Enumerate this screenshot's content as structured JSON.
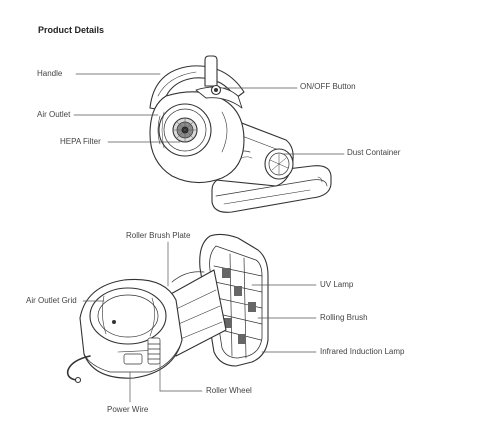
{
  "title": "Product Details",
  "top_labels": {
    "handle": "Handle",
    "air_outlet": "Air Outlet",
    "hepa_filter": "HEPA Filter",
    "on_off_button": "ON/OFF Button",
    "dust_container": "Dust Container"
  },
  "bottom_labels": {
    "roller_brush_plate": "Roller Brush Plate",
    "air_outlet_grid": "Air Outlet Grid",
    "uv_lamp": "UV Lamp",
    "rolling_brush": "Rolling Brush",
    "infrared_induction_lamp": "Infrared Induction Lamp",
    "roller_wheel": "Roller Wheel",
    "power_wire": "Power Wire"
  }
}
